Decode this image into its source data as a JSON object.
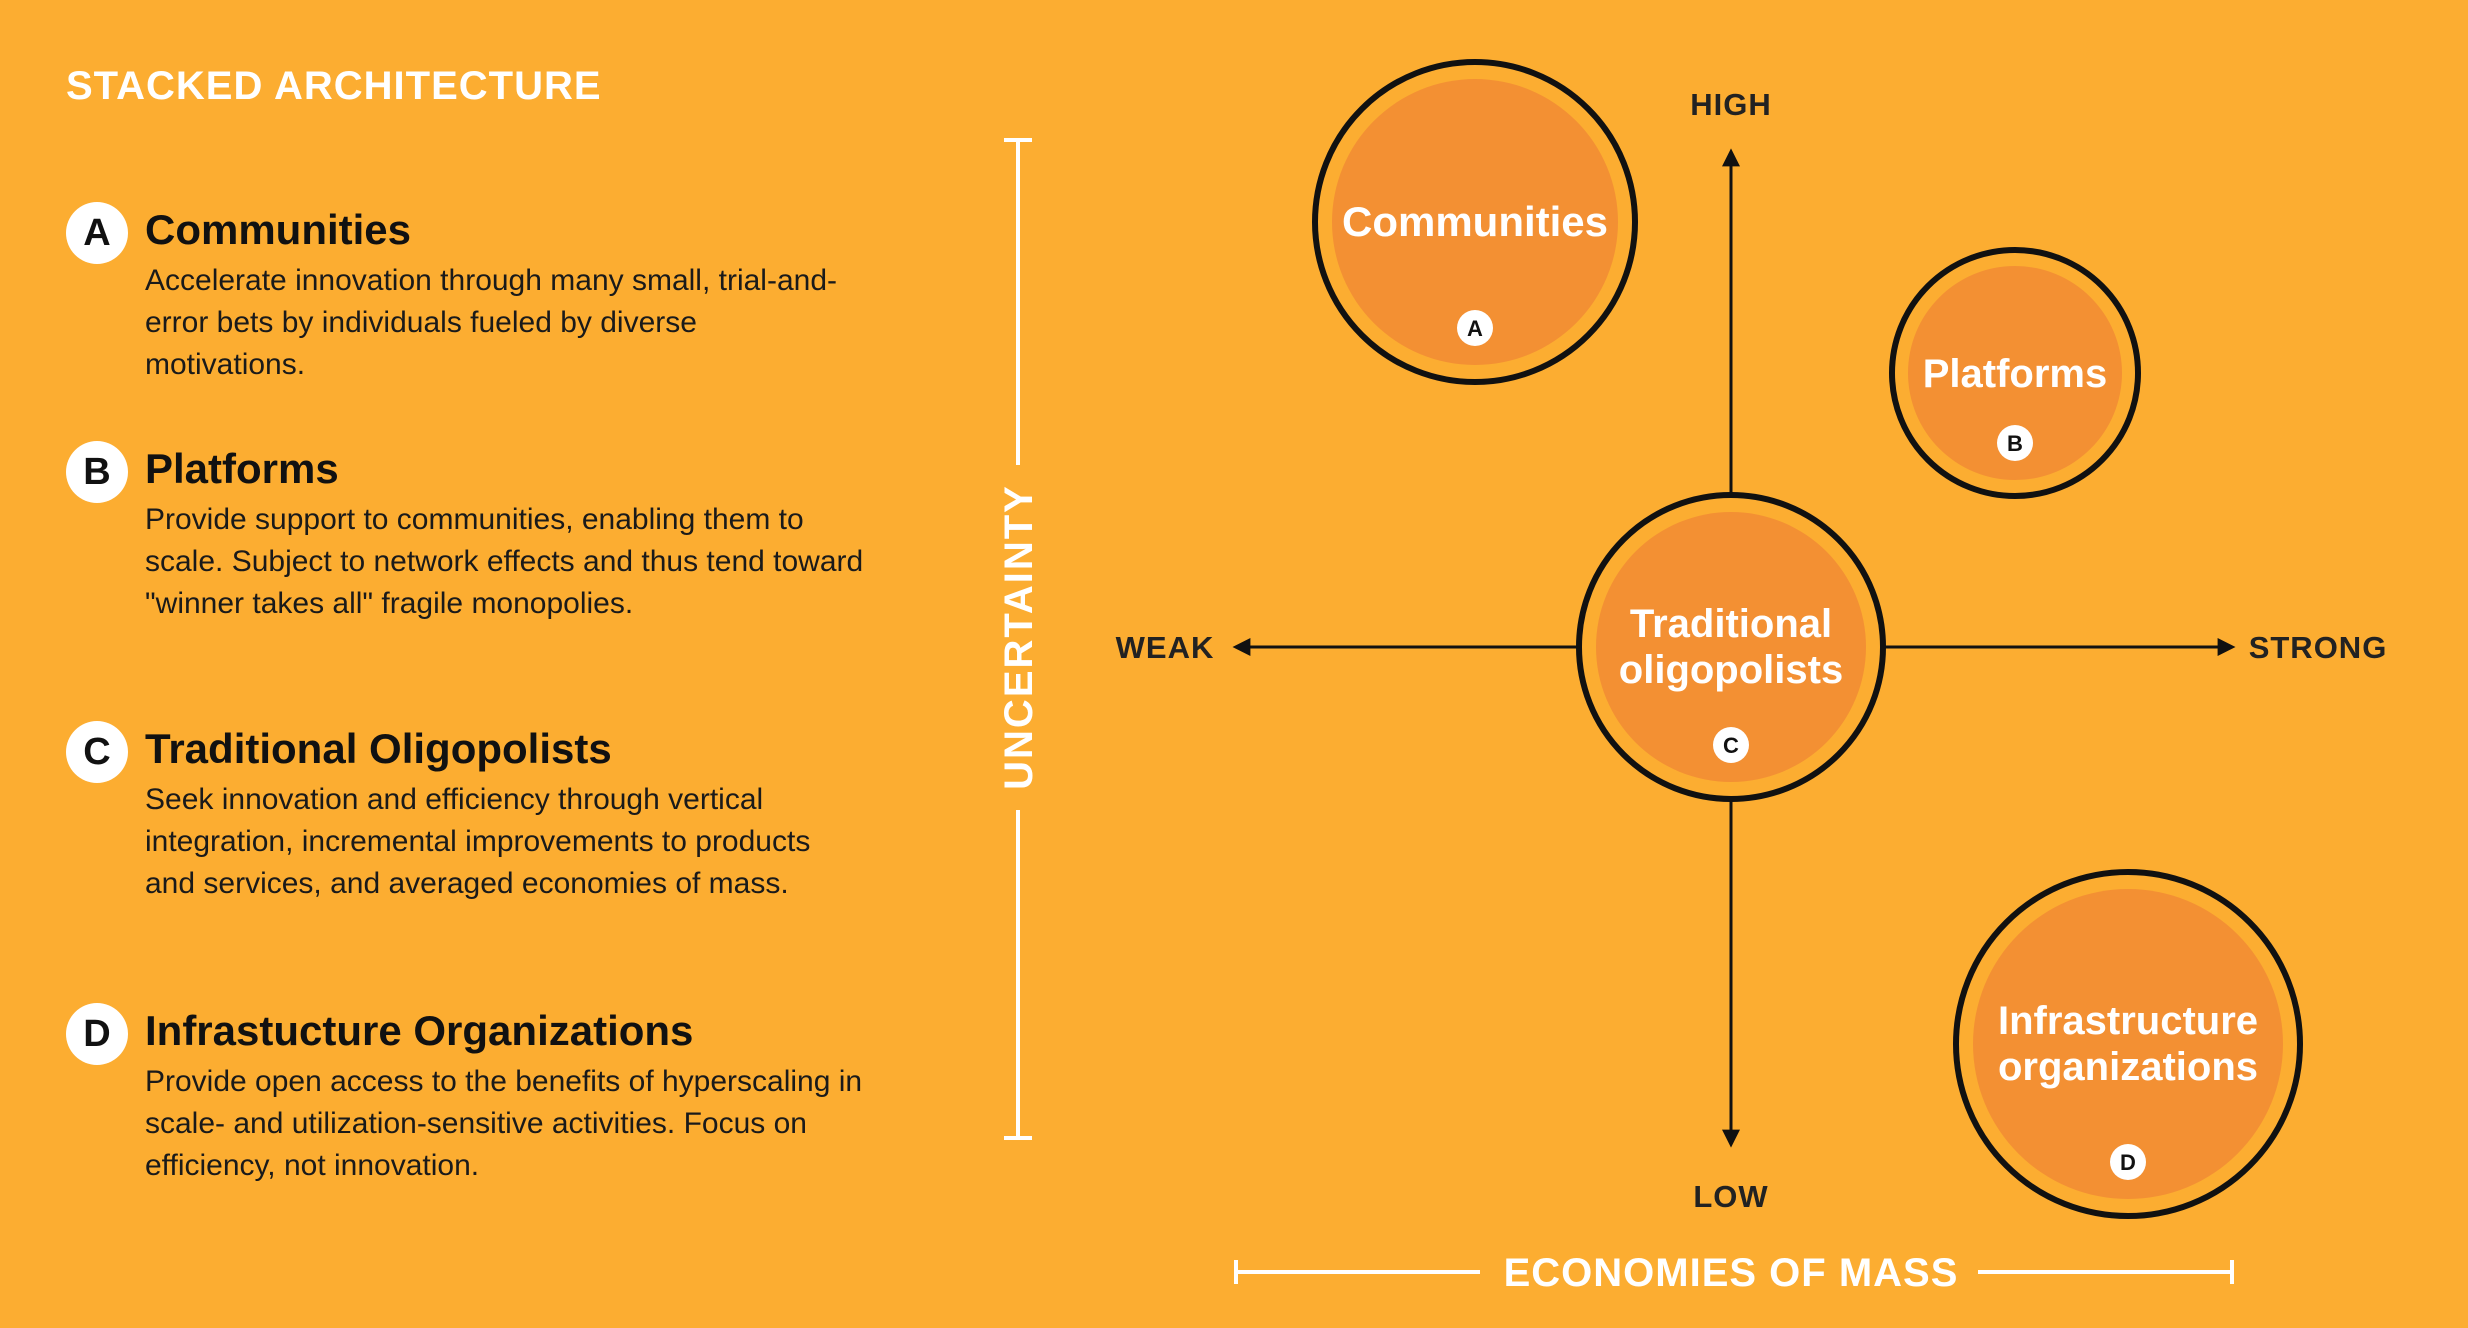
{
  "title": "STACKED ARCHITECTURE",
  "items": [
    {
      "letter": "A",
      "heading": "Communities",
      "body": "Accelerate innovation through many small, trial-and-error bets by individuals fueled by diverse motivations."
    },
    {
      "letter": "B",
      "heading": "Platforms",
      "body": "Provide support to communities, enabling them to scale. Subject to network effects and thus tend toward \"winner takes all\" fragile monopolies."
    },
    {
      "letter": "C",
      "heading": "Traditional Oligopolists",
      "body": "Seek innovation and efficiency through vertical integration, incremental improvements to products and services, and averaged economies of mass."
    },
    {
      "letter": "D",
      "heading": "Infrastucture Organizations",
      "body": "Provide open access to the benefits of hyperscaling in scale- and utilization-sensitive activities. Focus on efficiency, not innovation."
    }
  ],
  "axes": {
    "y_label": "UNCERTAINTY",
    "x_label": "ECONOMIES OF MASS",
    "high": "HIGH",
    "low": "LOW",
    "weak": "WEAK",
    "strong": "STRONG"
  },
  "bubbles": [
    {
      "line1": "Communities",
      "line2": "",
      "letter": "A"
    },
    {
      "line1": "Platforms",
      "line2": "",
      "letter": "B"
    },
    {
      "line1": "Traditional",
      "line2": "oligopolists",
      "letter": "C"
    },
    {
      "line1": "Infrastructure",
      "line2": "organizations",
      "letter": "D"
    }
  ],
  "colors": {
    "background": "#FCAD31",
    "bubble_fill": "#F39033",
    "ring": "#111111"
  }
}
